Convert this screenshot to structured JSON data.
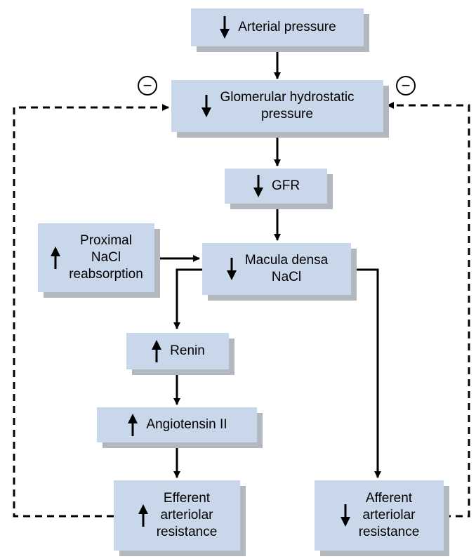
{
  "diagram": {
    "nodes": {
      "arterial_pressure": {
        "label": "Arterial pressure",
        "direction": "down"
      },
      "glomerular_pressure": {
        "label": "Glomerular hydrostatic\npressure",
        "direction": "down"
      },
      "gfr": {
        "label": "GFR",
        "direction": "down"
      },
      "proximal_nacl": {
        "label": "Proximal\nNaCl\nreabsorption",
        "direction": "up"
      },
      "macula_densa": {
        "label": "Macula densa\nNaCl",
        "direction": "down"
      },
      "renin": {
        "label": "Renin",
        "direction": "up"
      },
      "angiotensin": {
        "label": "Angiotensin II",
        "direction": "up"
      },
      "efferent": {
        "label": "Efferent\narteriolar\nresistance",
        "direction": "up"
      },
      "afferent": {
        "label": "Afferent\narteriolar\nresistance",
        "direction": "down"
      }
    },
    "feedback": {
      "left_sign": "−",
      "right_sign": "−"
    }
  }
}
